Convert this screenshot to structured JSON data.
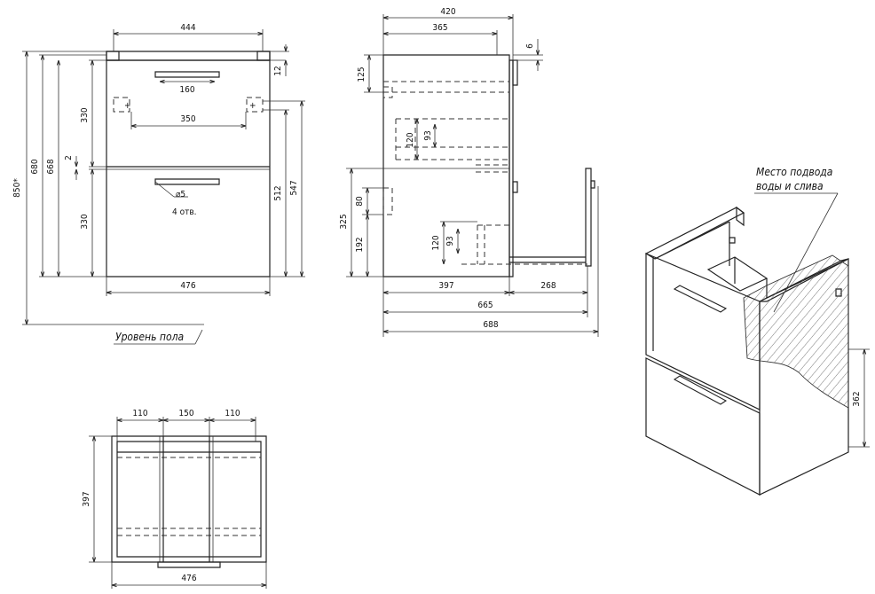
{
  "front": {
    "width_total": "444",
    "height_total": "850*",
    "height_body": "680",
    "height_inner": "668",
    "top_thickness": "12",
    "drawer_top": "330",
    "drawer_gap": "2",
    "drawer_bottom": "330",
    "handle_spacing": "160",
    "hole_spacing": "350",
    "hole_diameter": "⌀5",
    "hole_count": "4 отв.",
    "right_h1": "512",
    "right_h2": "547",
    "base_width": "476",
    "floor_label": "Уровень пола"
  },
  "side": {
    "depth_total": "420",
    "depth_inner": "365",
    "top_offset": "6",
    "h_125": "125",
    "h_120a": "120",
    "h_93a": "93",
    "h_80": "80",
    "h_325": "325",
    "h_192": "192",
    "h_120b": "120",
    "h_93b": "93",
    "d_397": "397",
    "d_268": "268",
    "d_665": "665",
    "d_688": "688"
  },
  "plan": {
    "w_110a": "110",
    "w_150": "150",
    "w_110b": "110",
    "depth": "397",
    "width": "476"
  },
  "iso": {
    "note_line1": "Место подвода",
    "note_line2": "воды и слива",
    "height_362": "362"
  }
}
